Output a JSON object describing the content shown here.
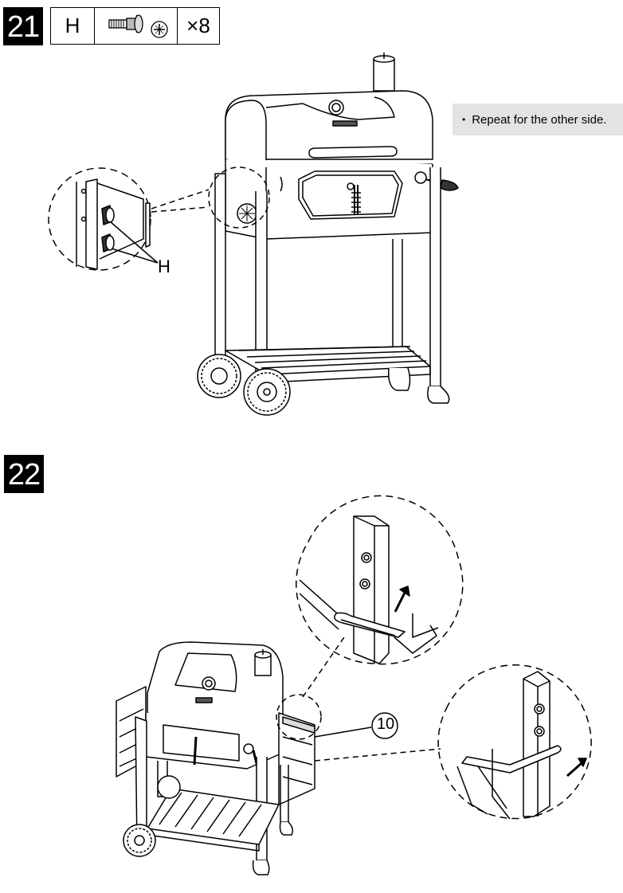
{
  "step21": {
    "number": "21",
    "parts": {
      "letter": "H",
      "quantity": "×8",
      "icon": "screw-icon"
    },
    "note": "Repeat for the other side.",
    "callout_label": "H"
  },
  "step22": {
    "number": "22",
    "callout_part": "10"
  }
}
